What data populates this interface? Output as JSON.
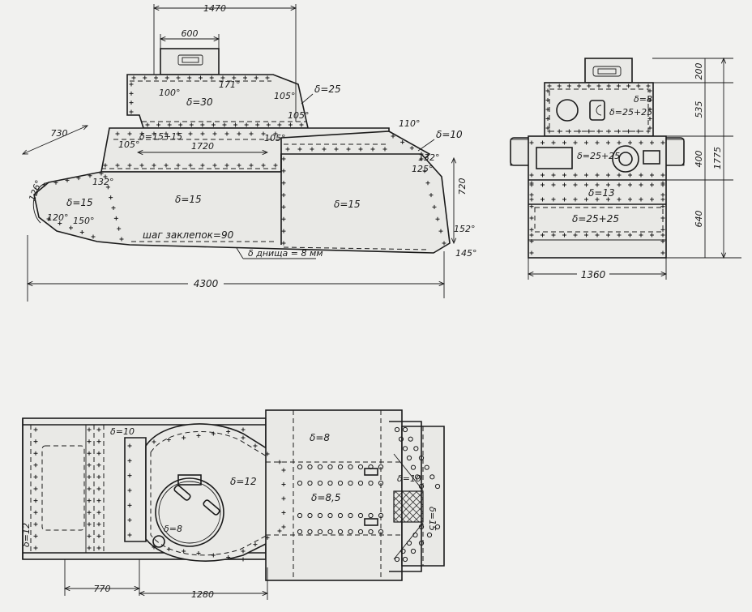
{
  "side_view": {
    "dims": {
      "turret_len": "1470",
      "cupola_len": "600",
      "nose_len": "730",
      "hull_top_len": "1720",
      "front_height": "720",
      "total_len": "4300"
    },
    "angles": {
      "a1": "171°",
      "a2": "100°",
      "a3": "105°",
      "a4": "105°",
      "a5": "105°",
      "a6": "105°",
      "a7": "110°",
      "a8": "132°",
      "a9": "125°",
      "a10": "132°",
      "a11": "120°",
      "a12": "150°",
      "a13": "152°",
      "a14": "145°",
      "a15": "126°"
    },
    "labels": {
      "turret": "δ=30",
      "turret_side": "δ=25",
      "hull_top": "δ=15+15",
      "hull_mid": "δ=15",
      "hull_rear": "δ=15",
      "nose": "δ=15",
      "engine_top": "δ=10",
      "rivet_pitch": "шаг заклепок=90",
      "bottom": "δ днища = 8 мм"
    }
  },
  "front_view": {
    "dims": {
      "cupola_h": "200",
      "turret_h": "535",
      "mid_h": "400",
      "lower_h": "640",
      "total_h": "1775",
      "width": "1360"
    },
    "labels": {
      "turret": "δ=25+25",
      "turret_top": "δ=8",
      "middle": "δ=25+25",
      "band": "δ=13",
      "lower": "δ=25+25"
    }
  },
  "plan_view": {
    "dims": {
      "front_len": "770",
      "turret_len": "1280"
    },
    "labels": {
      "side_front": "δ=10",
      "turret": "δ=12",
      "hatch": "δ=8",
      "deck_top": "δ=8",
      "deck_mid": "δ=8,5",
      "rear_side": "δ=10",
      "rear": "δ=15",
      "front_plate": "δ=12"
    }
  }
}
